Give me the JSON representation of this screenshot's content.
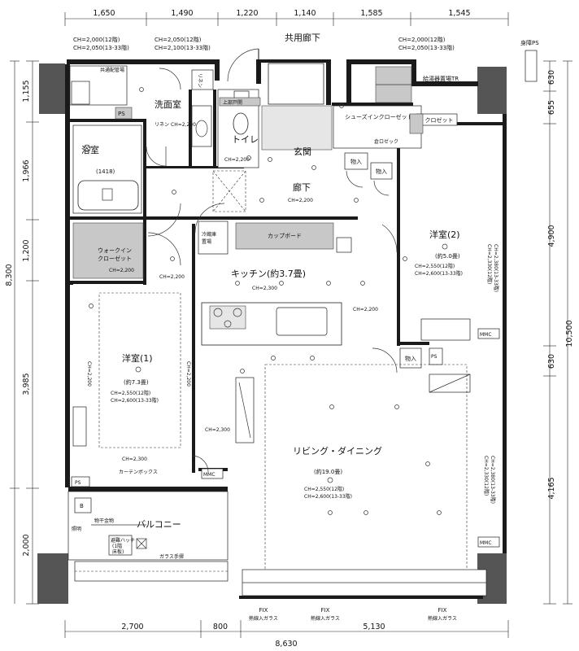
{
  "dimensions": {
    "top": [
      "1,650",
      "1,490",
      "1,220",
      "1,140",
      "1,585",
      "1,545"
    ],
    "left": [
      "1,155",
      "1,966",
      "1,200",
      "3,985",
      "2,000"
    ],
    "left_total": "8,300",
    "right": [
      "630",
      "655",
      "4,900",
      "630",
      "4,165"
    ],
    "right_total": "10,500",
    "bottom": [
      "2,700",
      "800",
      "5,130"
    ],
    "bottom_total": "8,630"
  },
  "rooms": {
    "corridor_common": "共用廊下",
    "washroom": "洗面室",
    "bath": "浴室",
    "bath_size": "(1418)",
    "toilet": "トイレ",
    "entrance": "玄関",
    "hall": "廊下",
    "walkin": "ウォークイン\nクローゼット",
    "walkin_l1": "ウォークイン",
    "walkin_l2": "クローゼット",
    "kitchen": "キッチン(約3.7畳)",
    "western1": "洋室(1)",
    "western1_size": "(約7.3畳)",
    "western2": "洋室(2)",
    "western2_size": "(約5.0畳)",
    "living": "リビング・ダイニング",
    "living_size": "(約19.0畳)",
    "balcony": "バルコニー",
    "shoes_in": "シューズインクローゼット",
    "closet": "クロゼット",
    "cupboard": "カップボード",
    "fridge": "冷蔵庫\n置場",
    "fridge_l1": "冷蔵庫",
    "fridge_l2": "置場",
    "linen": "リネン",
    "linen_tag": "リネン",
    "shared_pipe": "共通配管場",
    "meter": "給湯器置場TR",
    "pipe_ps": "身障PS",
    "storage": "物入",
    "glass_rail": "ガラス手摺",
    "curtain": "カーテンボックス",
    "evac": "避難ハッチ\n(1階\n床板)",
    "evac_l1": "避難ハッチ",
    "evac_l2": "(1階",
    "evac_l3": "床板)",
    "drying": "物干金物",
    "lighting": "照明",
    "fix_glass": "熱線入ガラス",
    "fix": "FIX",
    "shoes_small": "倉ロゼック",
    "ps": "PS",
    "mmc": "MMC",
    "upper_door": "上部戸開",
    "b": "B"
  },
  "heights": {
    "ch2200": "CH=2,200",
    "ch2300": "CH=2,300",
    "ch2000": "CH=2,000(12階)",
    "ch2050_13": "CH=2,050(13-33階)",
    "ch2050_12": "CH=2,050(12階)",
    "ch2100_13": "CH=2,100(13-33階)",
    "ch2550": "CH=2,550(12階)",
    "ch2600": "CH=2,600(13-33階)",
    "ch2330": "CH=2,330(12階)",
    "ch2380": "CH=2,380(13-33階)"
  }
}
